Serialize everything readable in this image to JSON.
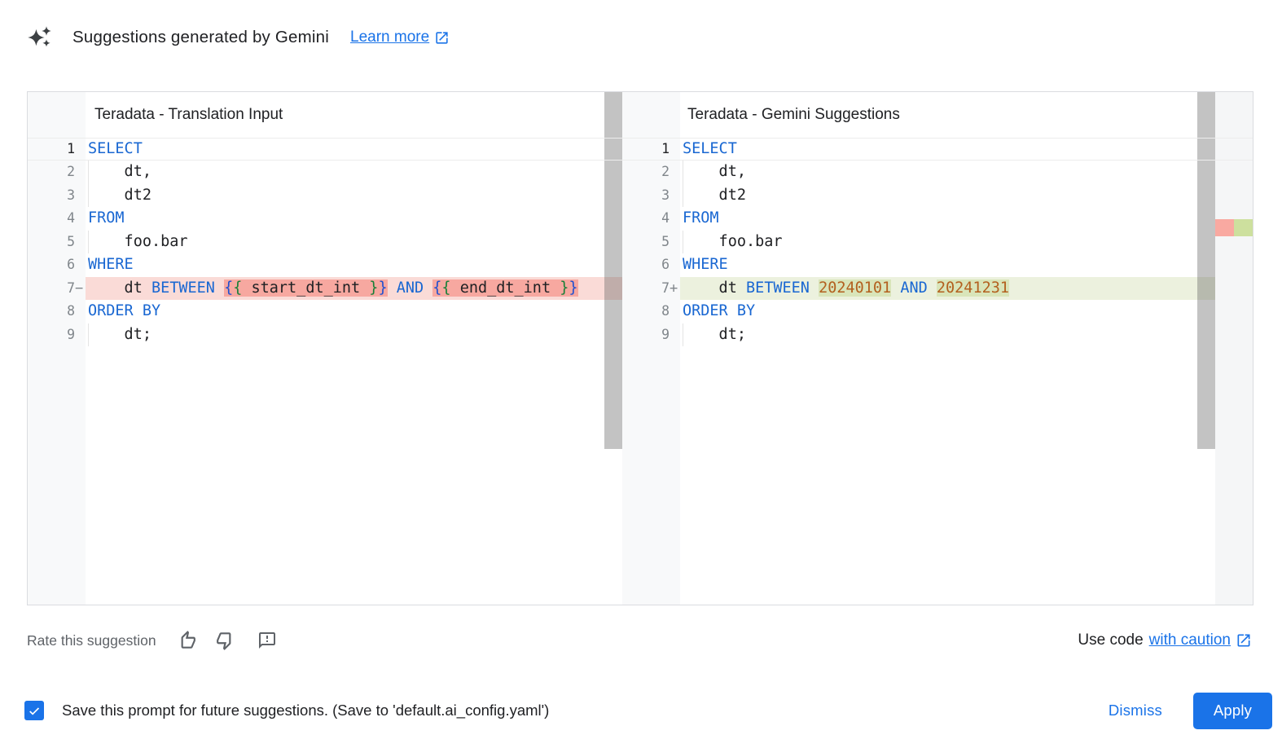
{
  "header": {
    "icon": "gemini-sparkle-icon",
    "title": "Suggestions generated by Gemini",
    "learn_more_label": "Learn more"
  },
  "editors": [
    {
      "title": "Teradata - Translation Input",
      "diff": "removed",
      "lines": [
        {
          "num": "1",
          "current": true,
          "tokens": [
            [
              "SELECT",
              "kw"
            ]
          ]
        },
        {
          "num": "2",
          "indent": true,
          "tokens": [
            [
              "    dt,",
              "plain"
            ]
          ]
        },
        {
          "num": "3",
          "indent": true,
          "tokens": [
            [
              "    dt2",
              "plain"
            ]
          ]
        },
        {
          "num": "4",
          "tokens": [
            [
              "FROM",
              "kw"
            ]
          ]
        },
        {
          "num": "5",
          "indent": true,
          "tokens": [
            [
              "    foo.bar",
              "plain"
            ]
          ]
        },
        {
          "num": "6",
          "tokens": [
            [
              "WHERE",
              "kw"
            ]
          ]
        },
        {
          "num": "7",
          "sign": "−",
          "hl": true,
          "tokens": [
            [
              "    dt ",
              "plain"
            ],
            [
              "BETWEEN",
              "kw"
            ],
            [
              " ",
              "plain"
            ],
            [
              "{",
              "b1",
              true
            ],
            [
              "{",
              "b2",
              true
            ],
            [
              " start_dt_int ",
              "plain",
              true
            ],
            [
              "}",
              "b2",
              true
            ],
            [
              "}",
              "b1",
              true
            ],
            [
              " ",
              "plain"
            ],
            [
              "AND",
              "kw"
            ],
            [
              " ",
              "plain"
            ],
            [
              "{",
              "b1",
              true
            ],
            [
              "{",
              "b2",
              true
            ],
            [
              " end_dt_int ",
              "plain",
              true
            ],
            [
              "}",
              "b2",
              true
            ],
            [
              "}",
              "b1",
              true
            ]
          ]
        },
        {
          "num": "8",
          "tokens": [
            [
              "ORDER BY",
              "kw"
            ]
          ]
        },
        {
          "num": "9",
          "indent": true,
          "tokens": [
            [
              "    dt;",
              "plain"
            ]
          ]
        }
      ]
    },
    {
      "title": "Teradata - Gemini Suggestions",
      "diff": "added",
      "lines": [
        {
          "num": "1",
          "current": true,
          "tokens": [
            [
              "SELECT",
              "kw"
            ]
          ]
        },
        {
          "num": "2",
          "indent": true,
          "tokens": [
            [
              "    dt,",
              "plain"
            ]
          ]
        },
        {
          "num": "3",
          "indent": true,
          "tokens": [
            [
              "    dt2",
              "plain"
            ]
          ]
        },
        {
          "num": "4",
          "tokens": [
            [
              "FROM",
              "kw"
            ]
          ]
        },
        {
          "num": "5",
          "indent": true,
          "tokens": [
            [
              "    foo.bar",
              "plain"
            ]
          ]
        },
        {
          "num": "6",
          "tokens": [
            [
              "WHERE",
              "kw"
            ]
          ]
        },
        {
          "num": "7",
          "sign": "+",
          "hl": true,
          "tokens": [
            [
              "    dt ",
              "plain"
            ],
            [
              "BETWEEN",
              "kw"
            ],
            [
              " ",
              "plain"
            ],
            [
              "20240101",
              "num",
              true
            ],
            [
              " ",
              "plain"
            ],
            [
              "AND",
              "kw"
            ],
            [
              " ",
              "plain"
            ],
            [
              "20241231",
              "num",
              true
            ]
          ]
        },
        {
          "num": "8",
          "tokens": [
            [
              "ORDER BY",
              "kw"
            ]
          ]
        },
        {
          "num": "9",
          "indent": true,
          "tokens": [
            [
              "    dt;",
              "plain"
            ]
          ]
        }
      ]
    }
  ],
  "footer": {
    "rate_label": "Rate this suggestion",
    "icons": [
      "thumb-up-icon",
      "thumb-down-icon",
      "feedback-icon"
    ],
    "use_code_prefix": "Use code",
    "use_code_link": "with caution"
  },
  "bottom_bar": {
    "checkbox_checked": true,
    "save_label": "Save this prompt for future suggestions. (Save to 'default.ai_config.yaml')",
    "dismiss_label": "Dismiss",
    "apply_label": "Apply"
  },
  "colors": {
    "accent": "#1a73e8",
    "keyword": "#1967d2",
    "number_literal": "#b3601e",
    "bracket_outer": "#2050d0",
    "bracket_inner": "#188038",
    "removed_line_bg": "#fadbd7",
    "removed_word_bg": "#f7a8a0",
    "added_line_bg": "#ecf1de",
    "added_word_bg": "#d9e5ba",
    "gutter_bg": "#f8f9fa",
    "ruler_removed_marker": "#f9a9a1",
    "ruler_added_marker": "#cde09e"
  }
}
